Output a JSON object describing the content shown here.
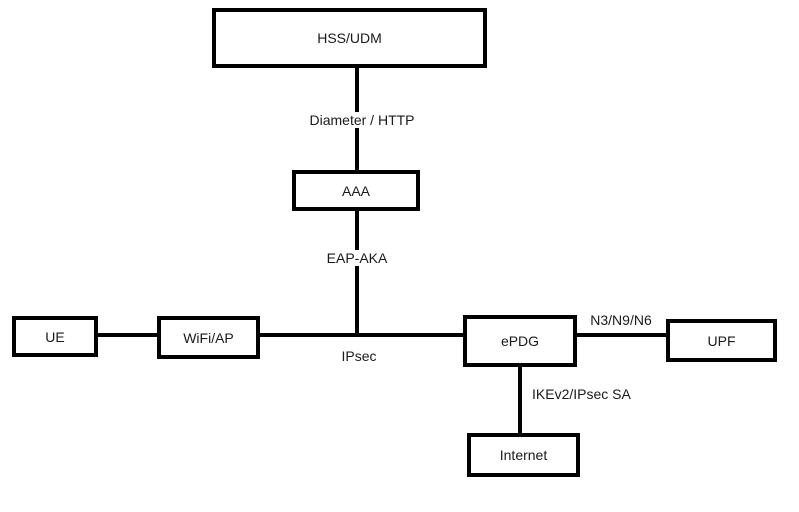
{
  "diagram": {
    "nodes": {
      "hss_udm": {
        "label": "HSS/UDM"
      },
      "aaa": {
        "label": "AAA"
      },
      "ue": {
        "label": "UE"
      },
      "wifi_ap": {
        "label": "WiFi/AP"
      },
      "epdg": {
        "label": "ePDG"
      },
      "upf": {
        "label": "UPF"
      },
      "internet": {
        "label": "Internet"
      }
    },
    "edges": {
      "hss_aaa": {
        "label": "Diameter / HTTP"
      },
      "aaa_mainline": {
        "label": "EAP-AKA"
      },
      "wifi_epdg": {
        "label": "IPsec"
      },
      "epdg_upf": {
        "label": "N3/N9/N6"
      },
      "epdg_internet": {
        "label": "IKEv2/IPsec SA"
      }
    },
    "colors": {
      "line": "#000000",
      "text": "#1a1a1a",
      "background": "#ffffff"
    }
  }
}
